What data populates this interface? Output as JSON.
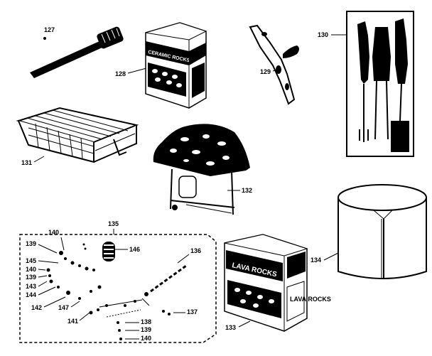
{
  "labels": {
    "p127": "127",
    "p128": "128",
    "p129": "129",
    "p130": "130",
    "p131": "131",
    "p132": "132",
    "p133": "133",
    "p134": "134",
    "p135": "135",
    "p136": "136",
    "p137": "137",
    "p138": "138",
    "p139a": "139",
    "p139b": "139",
    "p139c": "139",
    "p140a": "140",
    "p140b": "140",
    "p140c": "140",
    "p141": "141",
    "p142": "142",
    "p143": "143",
    "p144": "144",
    "p145": "145",
    "p146": "146",
    "p147": "147"
  },
  "box_text": {
    "ceramic": "CERAMIC ROCKS",
    "lava": "LAVA ROCKS",
    "lava_small": "LAVA ROCKS"
  },
  "colors": {
    "ink": "#000000",
    "paper": "#ffffff"
  }
}
